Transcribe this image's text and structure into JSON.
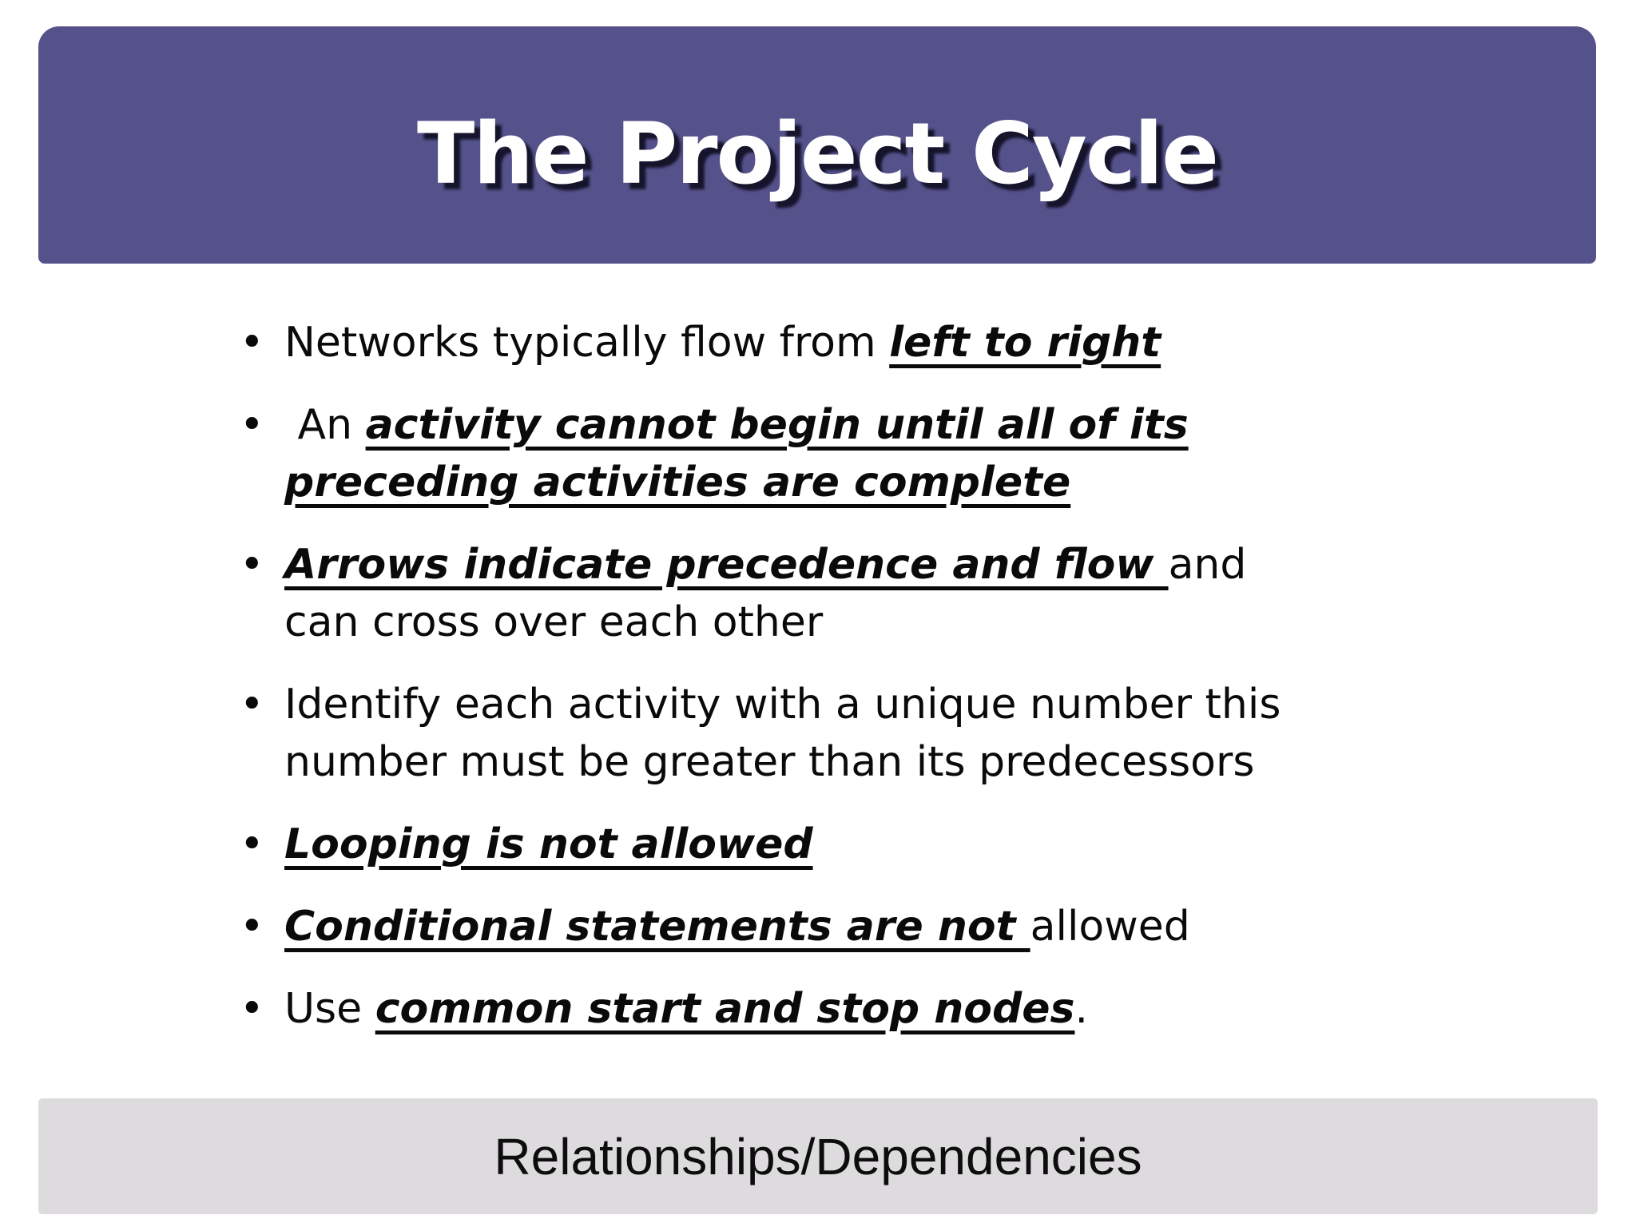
{
  "slide": {
    "title": "The Project Cycle",
    "bullet_marker": "•",
    "bullets": [
      {
        "lines": [
          [
            {
              "t": "Networks typically flow from ",
              "em": false
            },
            {
              "t": "left to right",
              "em": true
            }
          ]
        ]
      },
      {
        "lines": [
          [
            {
              "t": " An ",
              "em": false
            },
            {
              "t": "activity cannot begin until all of its",
              "em": true
            }
          ],
          [
            {
              "t": "preceding activities are complete",
              "em": true
            }
          ]
        ]
      },
      {
        "lines": [
          [
            {
              "t": "Arrows indicate precedence and flow ",
              "em": true
            },
            {
              "t": "and",
              "em": false
            }
          ],
          [
            {
              "t": "can cross over each other",
              "em": false
            }
          ]
        ]
      },
      {
        "lines": [
          [
            {
              "t": "Identify each activity with a unique number this",
              "em": false
            }
          ],
          [
            {
              "t": "number must be greater than its predecessors",
              "em": false
            }
          ]
        ]
      },
      {
        "lines": [
          [
            {
              "t": "Looping is not allowed",
              "em": true
            }
          ]
        ]
      },
      {
        "lines": [
          [
            {
              "t": "Conditional statements are not ",
              "em": true
            },
            {
              "t": "allowed",
              "em": false
            }
          ]
        ]
      },
      {
        "lines": [
          [
            {
              "t": "Use ",
              "em": false
            },
            {
              "t": "common start and stop nodes",
              "em": true
            },
            {
              "t": ".",
              "em": false
            }
          ]
        ]
      }
    ],
    "footer": "Relationships/Dependencies",
    "colors": {
      "banner": "#55528B",
      "banner_text": "#FFFFFF",
      "title_shadow": "#15142B",
      "footer_bg": "#DDDBDD",
      "body_text": "#0A0A0A",
      "background": "#FFFFFF"
    }
  }
}
